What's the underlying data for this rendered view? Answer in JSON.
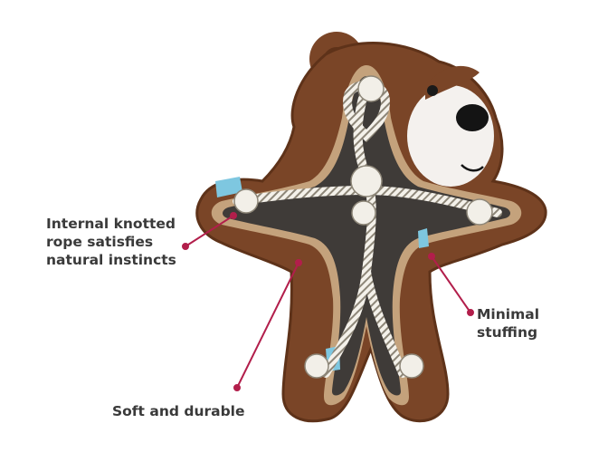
{
  "callouts": {
    "rope": {
      "lines": [
        "Internal knotted",
        "rope satisfies",
        "natural instincts"
      ]
    },
    "stuffing": {
      "lines": [
        "Minimal",
        "stuffing"
      ]
    },
    "durable": {
      "lines": [
        "Soft and durable"
      ]
    }
  },
  "colors": {
    "fur": "#7a4527",
    "fur_dark": "#5e3219",
    "muzzle": "#f4f1ee",
    "nose": "#141414",
    "trim": "#c4a27c",
    "panel": "#3f3b38",
    "rope": "#f2efe8",
    "leader_line": "#b21e4b",
    "text": "#3a3a3a",
    "accent_tag": "#7ec7e0"
  }
}
